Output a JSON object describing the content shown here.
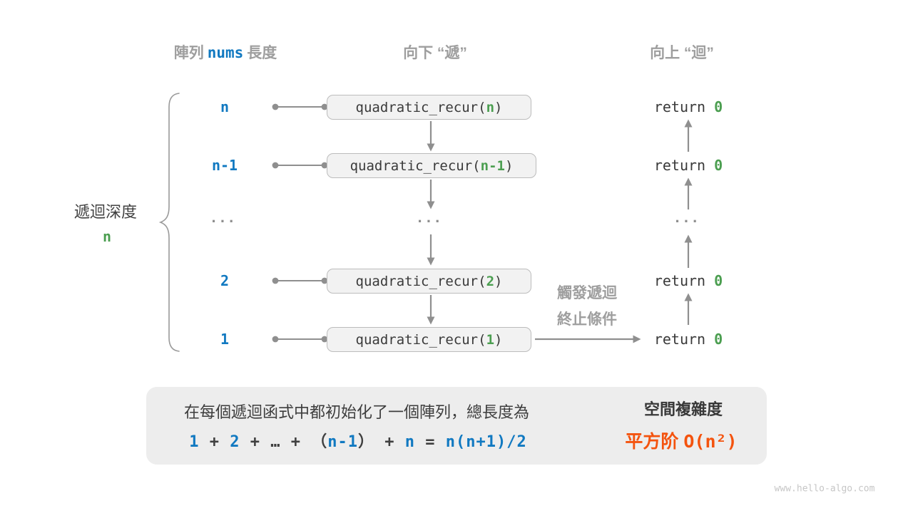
{
  "colors": {
    "blue": "#1179c1",
    "green": "#4b9e50",
    "orange": "#f4530e",
    "header_gray": "#9e9e9e",
    "arrow_gray": "#8f8f8f",
    "box_fill": "#f2f2f2",
    "summary_fill": "#ededed"
  },
  "headers": {
    "nums_pre": "陣列",
    "nums_code": "nums",
    "nums_post": "長度",
    "down": "向下 “遞”",
    "up": "向上 “迴”"
  },
  "left_note": {
    "line1": "遞迴深度",
    "value": "n"
  },
  "rows": [
    {
      "label": "n",
      "call_prefix": "quadratic_recur(",
      "call_arg": "n",
      "call_suffix": ")",
      "ret_kw": "return ",
      "ret_val": "0"
    },
    {
      "label": "n-1",
      "call_prefix": "quadratic_recur(",
      "call_arg": "n-1",
      "call_suffix": ")",
      "ret_kw": "return ",
      "ret_val": "0"
    },
    {
      "ellipsis": "···"
    },
    {
      "label": "2",
      "call_prefix": "quadratic_recur(",
      "call_arg": "2",
      "call_suffix": ")",
      "ret_kw": "return ",
      "ret_val": "0"
    },
    {
      "label": "1",
      "call_prefix": "quadratic_recur(",
      "call_arg": "1",
      "call_suffix": ")",
      "ret_kw": "return ",
      "ret_val": "0"
    }
  ],
  "trigger_note": {
    "line1": "觸發遞迴",
    "line2": "終止條件"
  },
  "summary": {
    "line1": "在每個遞迴函式中都初始化了一個陣列，總長度為",
    "formula": [
      {
        "t": "1",
        "c": "blue"
      },
      {
        "t": " + ",
        "c": "gray"
      },
      {
        "t": "2",
        "c": "blue"
      },
      {
        "t": " + ",
        "c": "gray"
      },
      {
        "t": "…",
        "c": "gray"
      },
      {
        "t": " + ",
        "c": "gray"
      },
      {
        "t": "（",
        "c": "gray"
      },
      {
        "t": "n-1",
        "c": "blue"
      },
      {
        "t": "）",
        "c": "gray"
      },
      {
        "t": " + ",
        "c": "gray"
      },
      {
        "t": "n",
        "c": "blue"
      },
      {
        "t": " = ",
        "c": "gray"
      },
      {
        "t": "n(n+1)/2",
        "c": "blue"
      }
    ],
    "result_title": "空間複雜度",
    "result_zh": "平方阶",
    "result_code": "O(n²)"
  },
  "watermark": "www.hello-algo.com"
}
